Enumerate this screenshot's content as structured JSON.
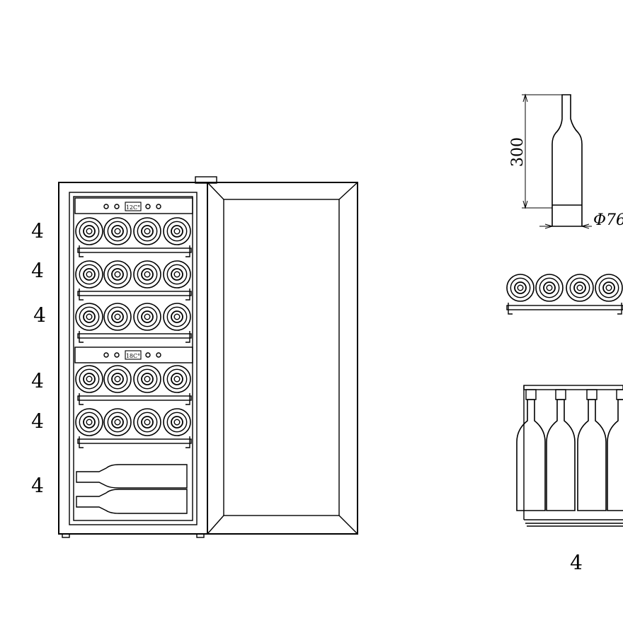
{
  "cabinet": {
    "zone_displays": [
      {
        "temperature": "12C°"
      },
      {
        "temperature": "18C°"
      }
    ],
    "shelf_counts": [
      "4",
      "4",
      "4",
      "4",
      "4",
      "4"
    ]
  },
  "bottle_dimensions": {
    "height": "300",
    "diameter": "Φ76"
  },
  "bottom_shelf": {
    "count": "4"
  },
  "colors": {
    "line": "#000000",
    "background": "#ffffff"
  }
}
